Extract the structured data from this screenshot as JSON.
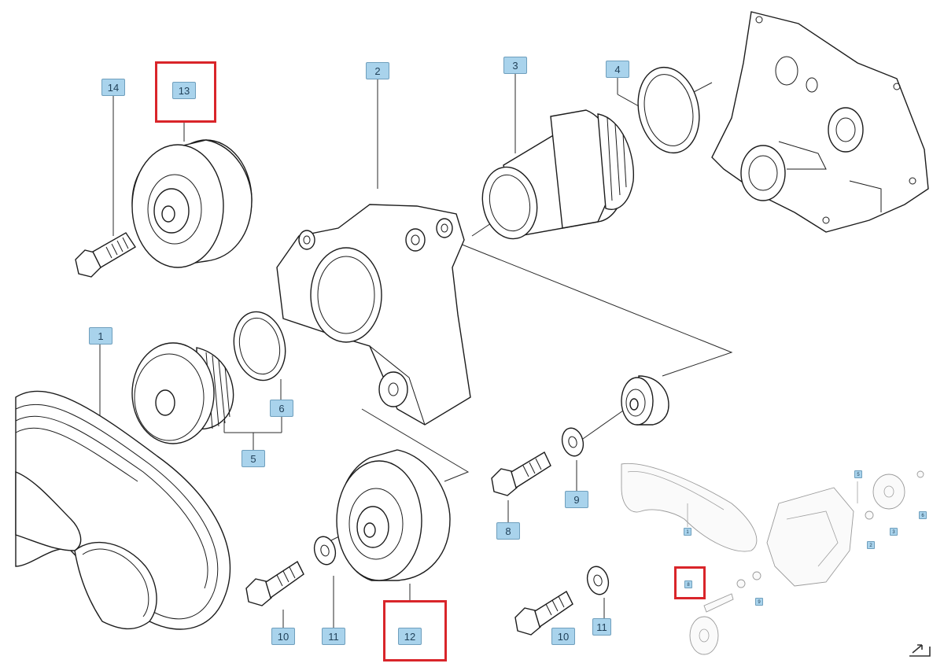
{
  "callouts": {
    "c1": "1",
    "c2": "2",
    "c3": "3",
    "c4": "4",
    "c5": "5",
    "c6": "6",
    "c8": "8",
    "c9": "9",
    "c10a": "10",
    "c10b": "10",
    "c11a": "11",
    "c11b": "11",
    "c12": "12",
    "c13": "13",
    "c14": "14"
  },
  "highlights": [
    "13",
    "12",
    "8"
  ],
  "colors": {
    "callout_fill": "#a9d3ec",
    "callout_border": "#6f9fbd",
    "highlight": "#d9252a"
  },
  "icons": {
    "corner": "navigate-arrow-icon"
  }
}
